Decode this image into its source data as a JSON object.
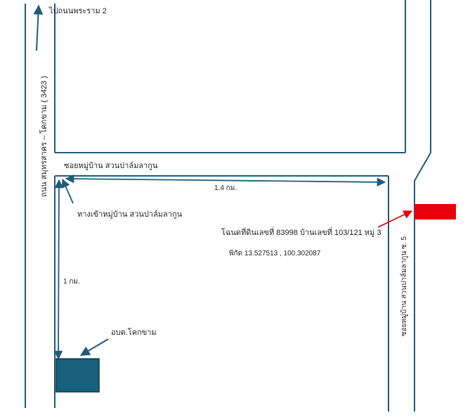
{
  "labels": {
    "to_nonphrasam2": "ไปถนนพระราม 2",
    "main_road": "ถนน สมุทรสาคร – โคกขาม ( 3423 )",
    "soi_village": "ซอยหมู่บ้าน สวนปาล์มลากูน",
    "entrance": "ทางเข้าหมู่บ้าน สวนปาล์มลากูน",
    "dist_14": "1.4 กม.",
    "dist_1": "1 กม.",
    "obt": "อบต.โคกขาม",
    "deed": "โฉนดที่ดินเลขที่ 83998 บ้านเลขที่  103/121 หมู่ 3",
    "coords": "พิกัด 13.527513 , 100.302087",
    "soi5": "ซอยหมู่บ้าน สวนปาล์มลากูน  ซ. 5"
  },
  "colors": {
    "road": "#1f5c78",
    "building": "#17607e",
    "marker": "#e8000b",
    "arrow": "#e8000b"
  }
}
